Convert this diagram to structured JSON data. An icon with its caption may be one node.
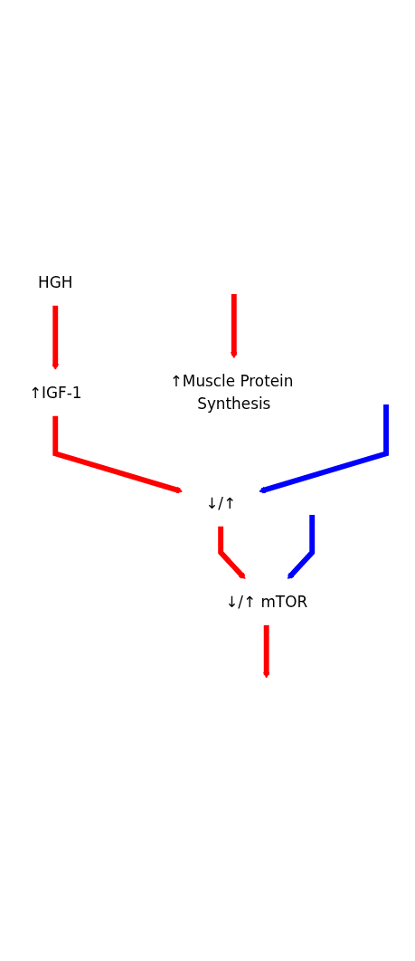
{
  "diagram": {
    "nodes": [
      {
        "text": [
          "HGH"
        ]
      },
      {
        "text": [
          "↑IGF-1"
        ]
      },
      {
        "text": [
          "↓/↑"
        ]
      },
      {
        "text": [
          "↓/↑ mTOR"
        ]
      },
      {
        "text": [
          "↑Muscle Protein Synthesis"
        ]
      }
    ],
    "edges": [
      {
        "from": 0,
        "to": 1,
        "arrow": "to"
      },
      {
        "from": 1,
        "to": 2,
        "arrow": "to"
      },
      {
        "from": 2,
        "to": 3,
        "arrow": "to"
      },
      {
        "from": 3,
        "to": null,
        "arrow": "to"
      },
      {
        "from": null,
        "to": 4,
        "arrow": "to"
      },
      {
        "from": null,
        "to": 2,
        "arrow": "to",
        "color": "#0000ff"
      },
      {
        "from": null,
        "to": 3,
        "arrow": "to",
        "color": "#0000ff"
      }
    ]
  }
}
